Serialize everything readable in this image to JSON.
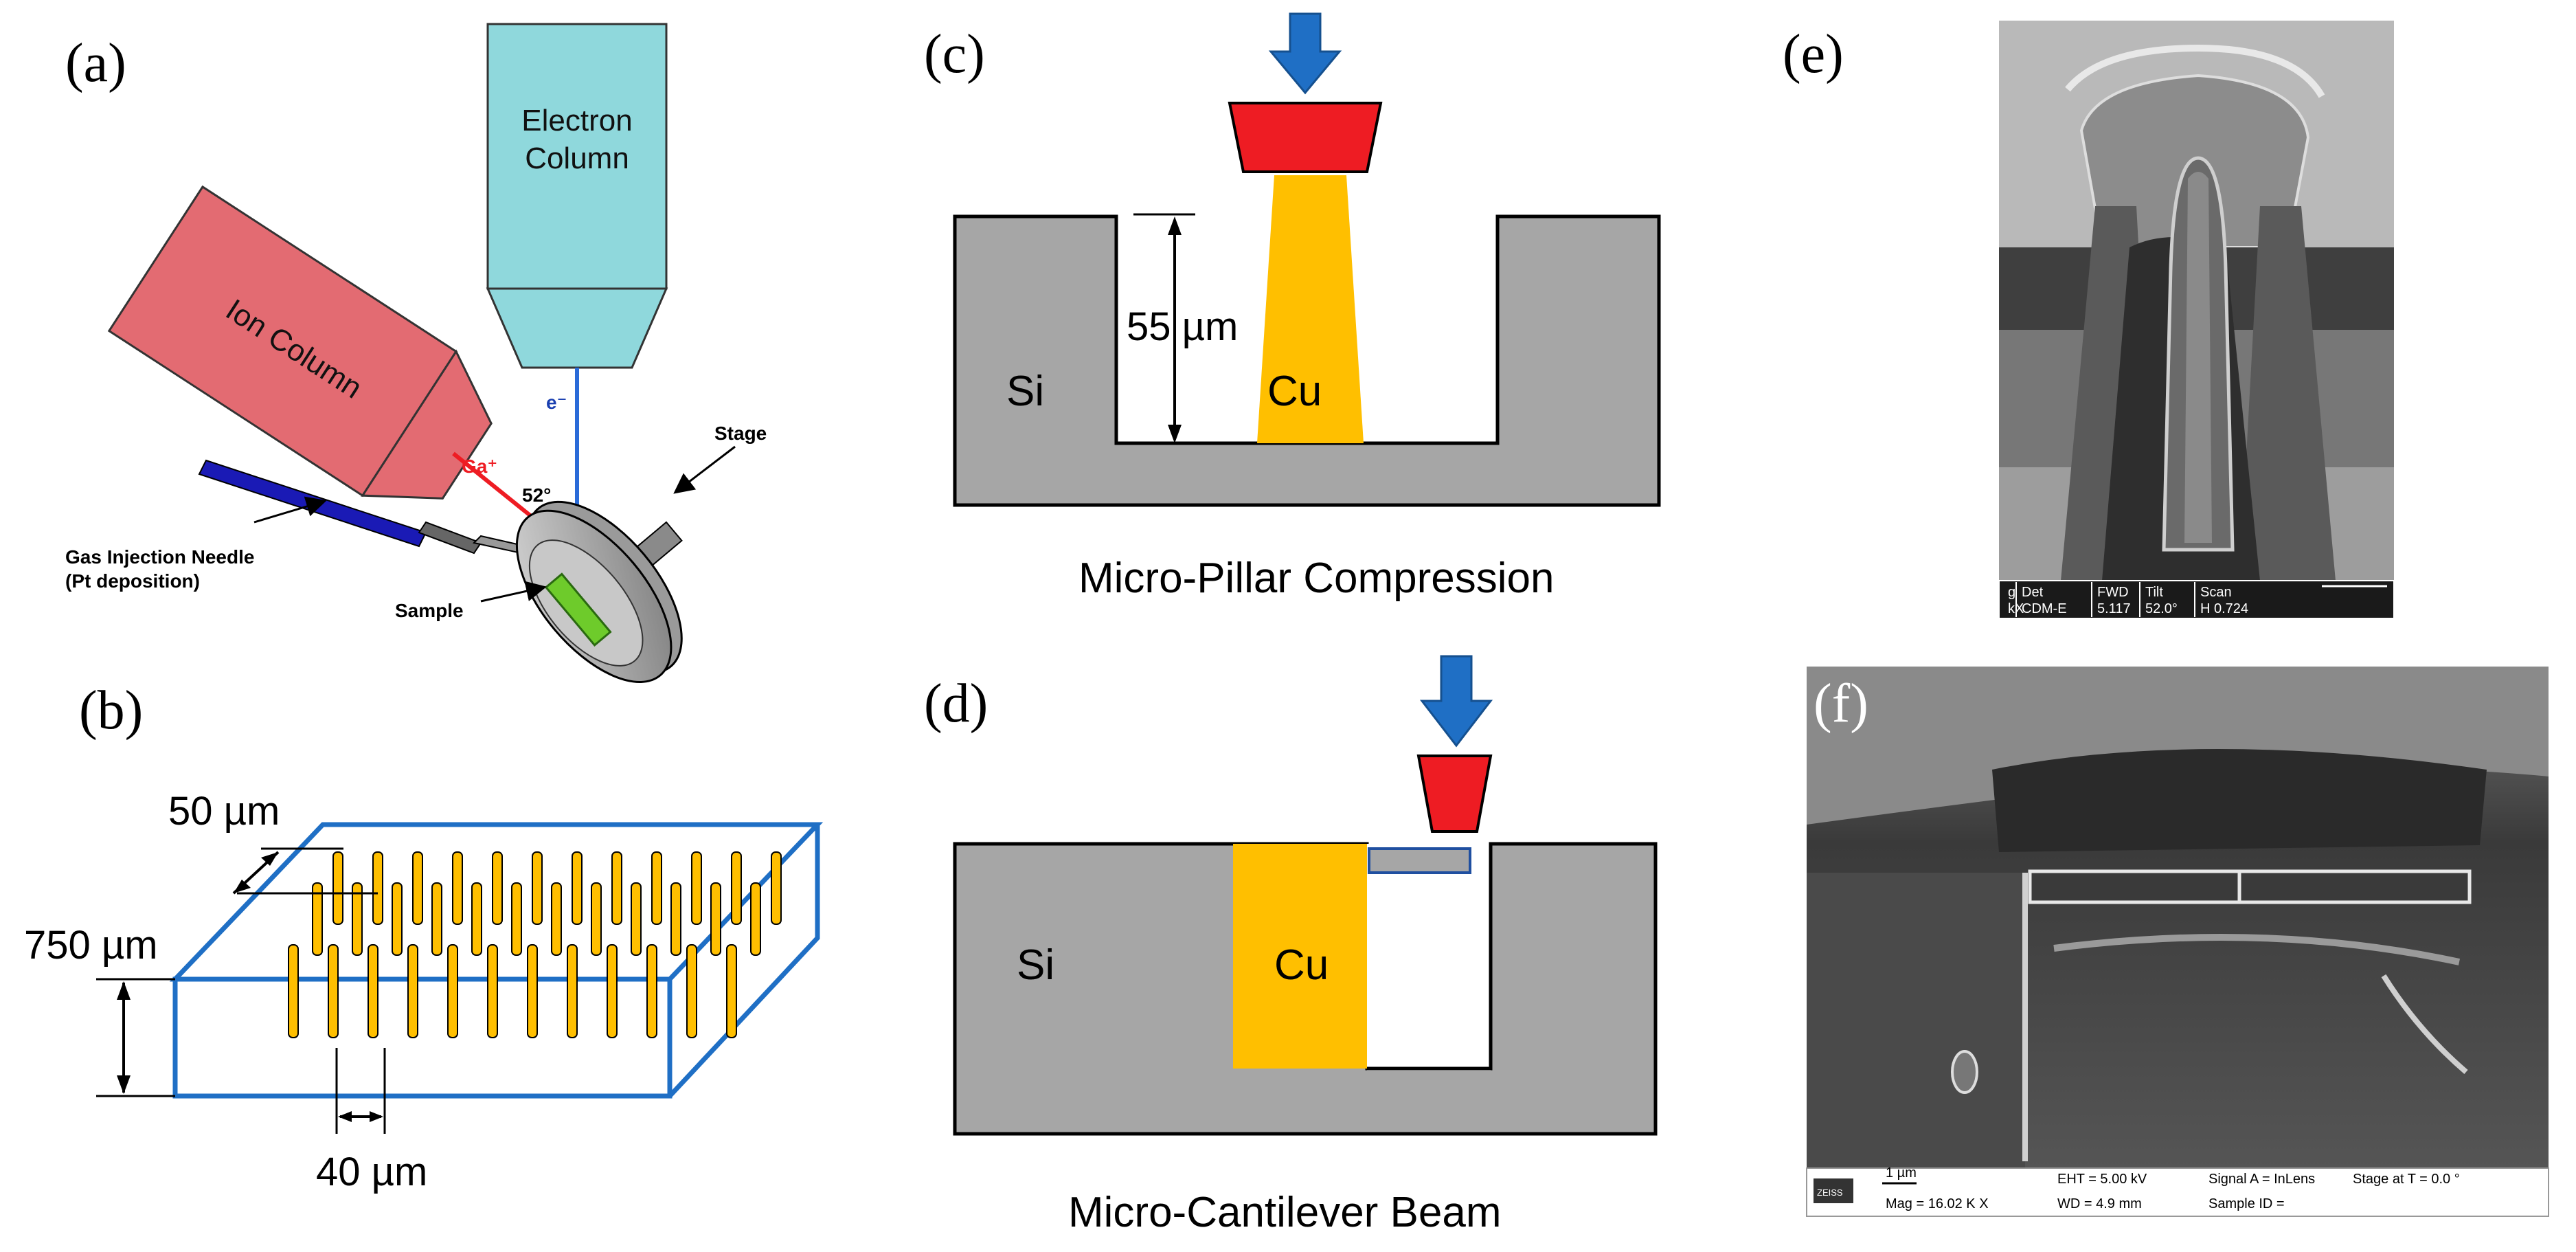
{
  "panel_labels": {
    "a": "(a)",
    "b": "(b)",
    "c": "(c)",
    "d": "(d)",
    "e": "(e)",
    "f": "(f)"
  },
  "panel_a": {
    "electron_column": [
      "Electron",
      "Column"
    ],
    "ion_column": "Ion Column",
    "electron_beam": "e⁻",
    "ion_beam": "Ga⁺",
    "angle": "52°",
    "stage": "Stage",
    "sample": "Sample",
    "gas_needle": [
      "Gas Injection Needle",
      "(Pt deposition)"
    ]
  },
  "panel_b": {
    "pitch_label": "50 µm",
    "thickness_label": "750 µm",
    "width_label": "40 µm"
  },
  "panel_c": {
    "depth_label": "55 µm",
    "si_label": "Si",
    "cu_label": "Cu",
    "caption": "Micro-Pillar Compression"
  },
  "panel_d": {
    "si_label": "Si",
    "cu_label": "Cu",
    "caption": "Micro-Cantilever Beam"
  },
  "panel_e": {
    "databar": [
      {
        "head": "g",
        "value": "kX"
      },
      {
        "head": "Det",
        "value": "CDM-E"
      },
      {
        "head": "FWD",
        "value": "5.117"
      },
      {
        "head": "Tilt",
        "value": "52.0°"
      },
      {
        "head": "Scan",
        "value": "H 0.724"
      }
    ]
  },
  "panel_f": {
    "databar": {
      "logo": "ZEISS",
      "scale": "1 µm",
      "mag": "Mag = 16.02 K X",
      "eht": "EHT = 5.00 kV",
      "wd": "WD = 4.9 mm",
      "signal": "Signal A = InLens",
      "sample_id": "Sample ID =",
      "stage": "Stage at T = 0.0 °"
    }
  },
  "colors": {
    "ion_column": "#e36b72",
    "electron_column": "#8fd8dc",
    "arrow_blue": "#1f6fc5",
    "indenter_red": "#ee1c23",
    "si_gray": "#a6a6a6",
    "copper": "#ffbf00",
    "box_blue": "#1f6fc5",
    "needle_blue": "#1a1ab5",
    "sample_green": "#6ecb2b"
  }
}
